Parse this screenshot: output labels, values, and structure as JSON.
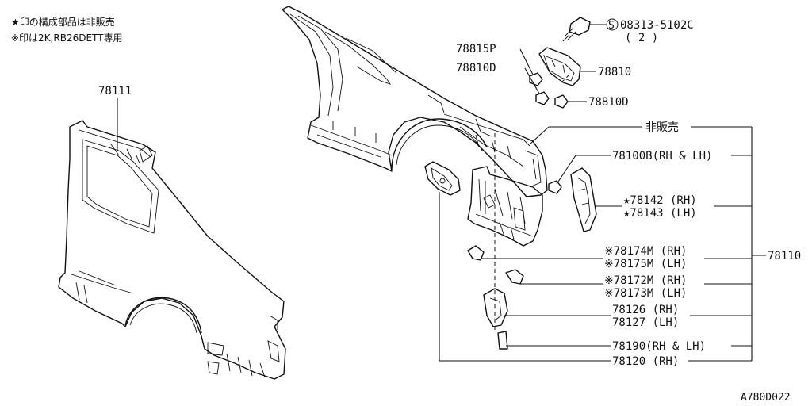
{
  "notes": [
    "★印の構成部品は非販売",
    "※印は2K,RB26DETT専用"
  ],
  "left_panel": {
    "part_number": "78111"
  },
  "bolt": {
    "symbol": "S",
    "part_number": "08313-5102C",
    "qty": "( 2 )"
  },
  "small_parts": {
    "p78815P": "78815P",
    "p78810D_top": "78810D",
    "p78810": "78810",
    "p78810D_bottom": "78810D"
  },
  "group": {
    "not_sold": "非販売",
    "assembly": "78110"
  },
  "callouts": [
    "78100B(RH & LH)",
    "★78142 (RH)",
    "★78143 (LH)",
    "※78174M (RH)",
    "※78175M (LH)",
    "※78172M (RH)",
    "※78173M (LH)",
    "78126 (RH)",
    "78127 (LH)",
    "78190(RH & LH)",
    "78120 (RH)"
  ],
  "diagram_code": "A780D022"
}
